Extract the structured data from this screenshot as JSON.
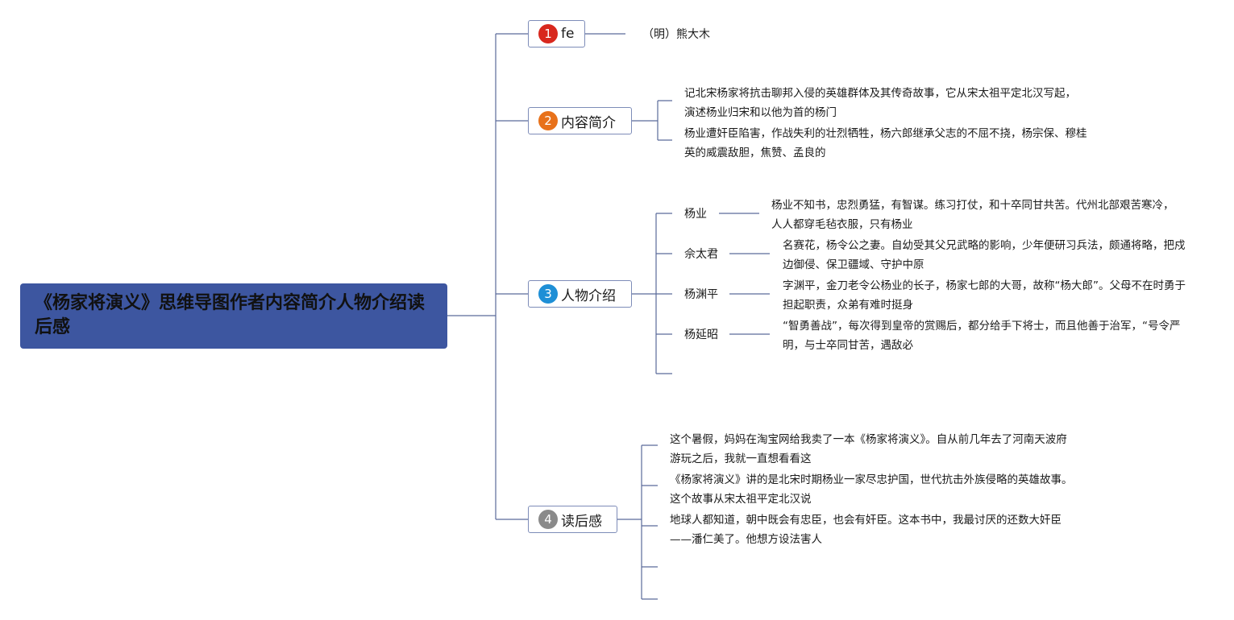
{
  "root": {
    "title": "《杨家将演义》思维导图作者内容简介人物介绍读后感"
  },
  "branches": {
    "author": {
      "number": "1",
      "label": "fe",
      "color": "#d8281e",
      "detail": "（明）熊大木"
    },
    "summary": {
      "number": "2",
      "label": "内容简介",
      "color": "#e8711a",
      "items": [
        "记北宋杨家将抗击聊邦入侵的英雄群体及其传奇故事，它从宋太祖平定北汉写起，演述杨业归宋和以他为首的杨门",
        "杨业遭奸臣陷害，作战失利的壮烈牺牲，杨六郎继承父志的不屈不挠，杨宗保、穆桂英的威震敌胆，焦赞、孟良的"
      ]
    },
    "characters": {
      "number": "3",
      "label": "人物介绍",
      "color": "#1e8fd6",
      "items": [
        {
          "name": "杨业",
          "desc": "杨业不知书，忠烈勇猛，有智谋。练习打仗，和十卒同甘共苦。代州北部艰苦寒冷，人人都穿毛毡衣服，只有杨业"
        },
        {
          "name": "佘太君",
          "desc": "名赛花，杨令公之妻。自幼受其父兄武略的影响，少年便研习兵法，颇通将略，把戍边御侵、保卫疆域、守护中原"
        },
        {
          "name": "杨渊平",
          "desc": "字渊平，金刀老令公杨业的长子，杨家七郎的大哥，故称“杨大郎”。父母不在时勇于担起职责，众弟有难时挺身"
        },
        {
          "name": "杨延昭",
          "desc": "“智勇善战”，每次得到皇帝的赏赐后，都分给手下将士，而且他善于治军，“号令严明，与士卒同甘苦，遇敌必"
        }
      ]
    },
    "review": {
      "number": "4",
      "label": "读后感",
      "color": "#8a8a8a",
      "items": [
        "这个暑假，妈妈在淘宝网给我卖了一本《杨家将演义》。自从前几年去了河南天波府游玩之后，我就一直想看看这",
        "《杨家将演义》讲的是北宋时期杨业一家尽忠护国，世代抗击外族侵略的英雄故事。这个故事从宋太祖平定北汉说",
        "地球人都知道，朝中既会有忠臣，也会有奸臣。这本书中，我最讨厌的还数大奸臣——潘仁美了。他想方设法害人"
      ]
    }
  }
}
